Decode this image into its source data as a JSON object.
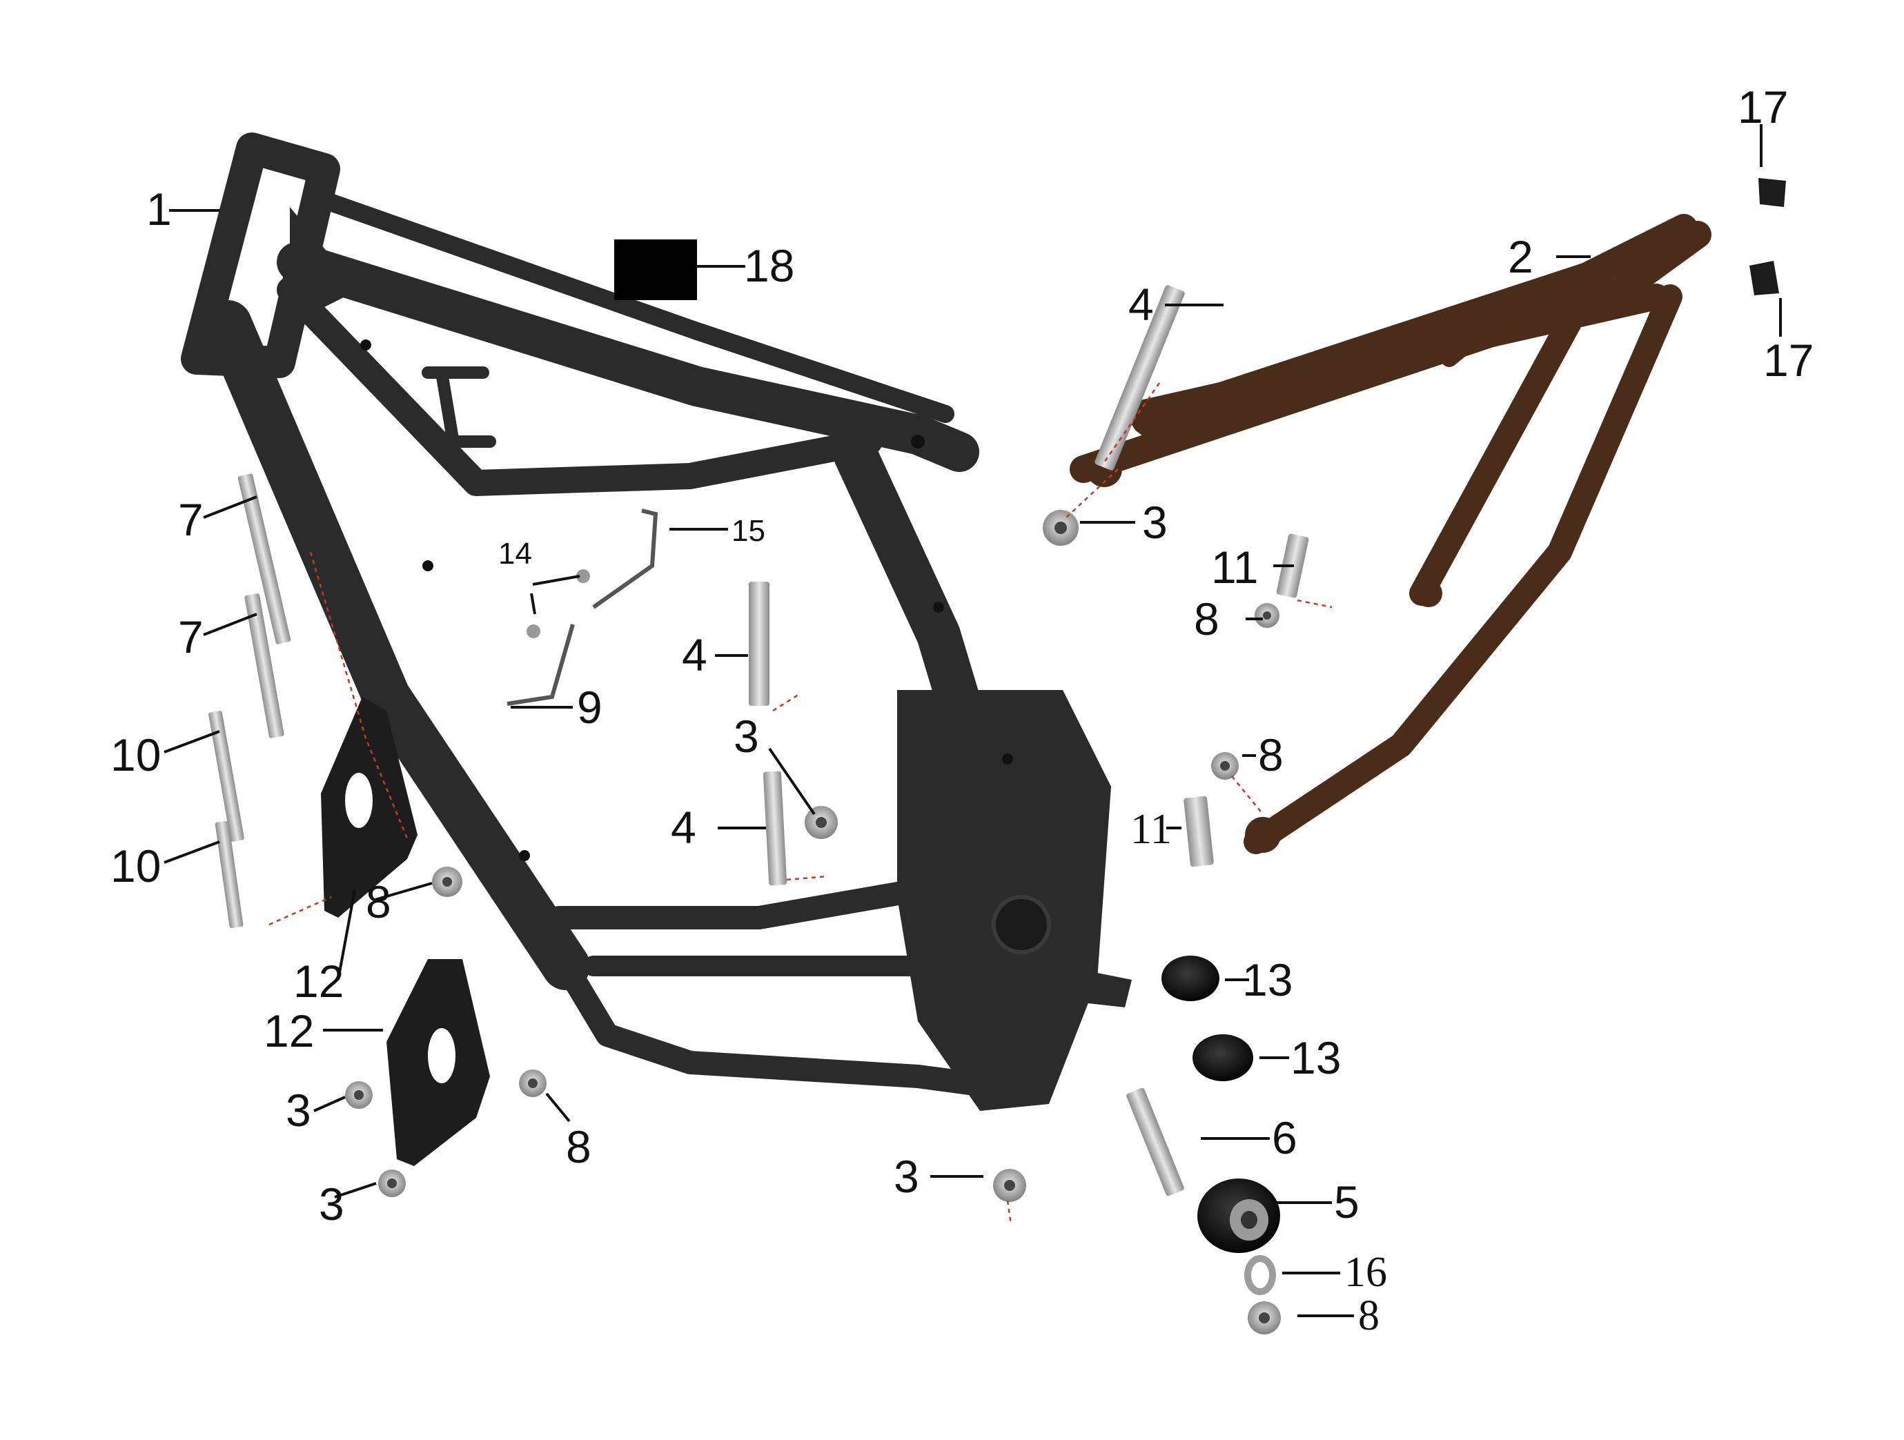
{
  "callouts": [
    {
      "id": "c1",
      "label": "1"
    },
    {
      "id": "c2",
      "label": "2"
    },
    {
      "id": "c3a",
      "label": "3"
    },
    {
      "id": "c3b",
      "label": "3"
    },
    {
      "id": "c3c",
      "label": "3"
    },
    {
      "id": "c3d",
      "label": "3"
    },
    {
      "id": "c3e",
      "label": "3"
    },
    {
      "id": "c4a",
      "label": "4"
    },
    {
      "id": "c4b",
      "label": "4"
    },
    {
      "id": "c4c",
      "label": "4"
    },
    {
      "id": "c5",
      "label": "5"
    },
    {
      "id": "c6",
      "label": "6"
    },
    {
      "id": "c7a",
      "label": "7"
    },
    {
      "id": "c7b",
      "label": "7"
    },
    {
      "id": "c8a",
      "label": "8"
    },
    {
      "id": "c8b",
      "label": "8"
    },
    {
      "id": "c8c",
      "label": "8"
    },
    {
      "id": "c8d",
      "label": "8"
    },
    {
      "id": "c8e",
      "label": "8"
    },
    {
      "id": "c9",
      "label": "9"
    },
    {
      "id": "c10a",
      "label": "10"
    },
    {
      "id": "c10b",
      "label": "10"
    },
    {
      "id": "c11a",
      "label": "11"
    },
    {
      "id": "c11b",
      "label": "11"
    },
    {
      "id": "c12a",
      "label": "12"
    },
    {
      "id": "c12b",
      "label": "12"
    },
    {
      "id": "c13a",
      "label": "13"
    },
    {
      "id": "c13b",
      "label": "13"
    },
    {
      "id": "c14",
      "label": "14"
    },
    {
      "id": "c15",
      "label": "15"
    },
    {
      "id": "c16",
      "label": "16"
    },
    {
      "id": "c17a",
      "label": "17"
    },
    {
      "id": "c17b",
      "label": "17"
    },
    {
      "id": "c18",
      "label": "18"
    }
  ],
  "colors": {
    "frame": "#2b2b2b",
    "subframe": "#4a2c1b",
    "bolt": "#b9b9b9",
    "nut": "#9d9d9d",
    "guide_line": "#c0392b"
  }
}
